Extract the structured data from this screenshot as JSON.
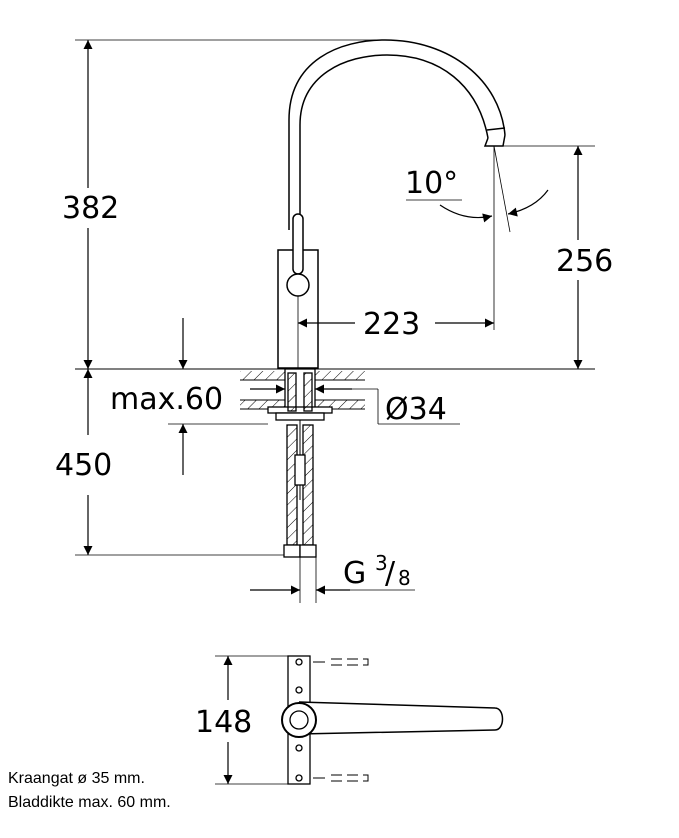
{
  "dimensions": {
    "total_height": "382",
    "spout_height": "256",
    "spout_reach": "223",
    "swivel_angle": "10°",
    "max_thickness": "max.60",
    "hole_diameter": "Ø34",
    "hose_length": "450",
    "connection_prefix": "G",
    "connection_num": "3",
    "connection_den": "8",
    "plan_depth": "148"
  },
  "notes": {
    "line1": "Kraangat ø 35 mm.",
    "line2": "Bladdikte max. 60 mm."
  },
  "colors": {
    "line": "#000000",
    "background": "#ffffff"
  }
}
